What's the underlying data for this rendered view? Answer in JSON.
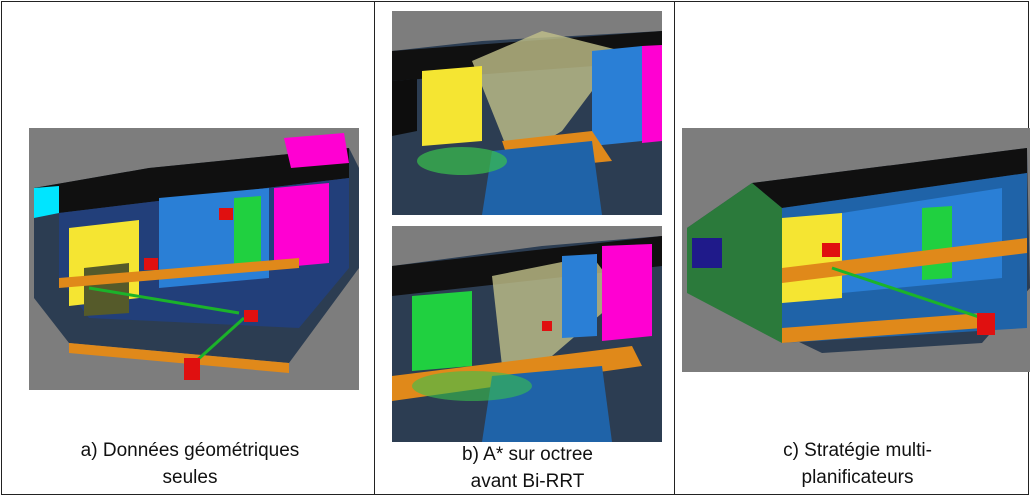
{
  "captions": {
    "a_line1": "a) Données géométriques",
    "a_line2": "seules",
    "b_line1": "b) A* sur octree",
    "b_line2": "avant Bi-RRT",
    "c_line1": "c) Stratégie multi-",
    "c_line2": "planificateurs"
  }
}
